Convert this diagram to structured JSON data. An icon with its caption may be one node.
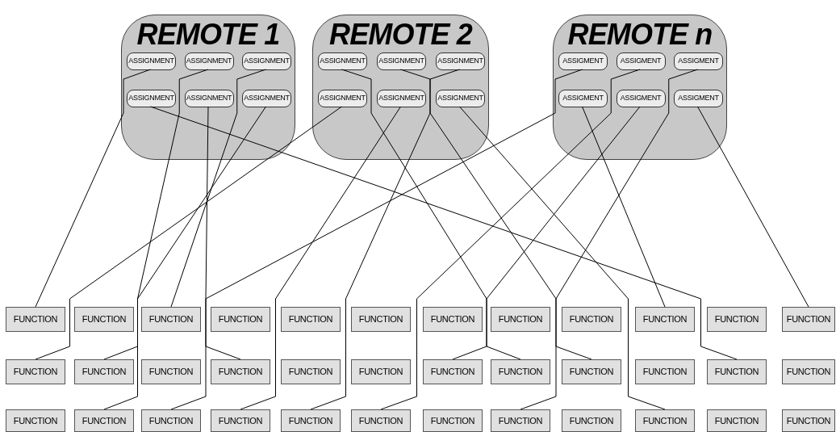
{
  "diagram": {
    "nodes": [
      {
        "text": [
          "REMOTE 1"
        ]
      },
      {
        "text": [
          "ASSIGNMENT"
        ],
        "in": 0
      },
      {
        "text": [
          "ASSIGNMENT"
        ],
        "in": 0
      },
      {
        "text": [
          "ASSIGNMENT"
        ],
        "in": 0
      },
      {
        "text": [
          "ASSIGNMENT"
        ],
        "in": 0
      },
      {
        "text": [
          "ASSIGNMENT"
        ],
        "in": 0
      },
      {
        "text": [
          "ASSIGNMENT"
        ],
        "in": 0
      },
      {
        "text": [
          "REMOTE 2"
        ]
      },
      {
        "text": [
          "ASSIGNMENT"
        ],
        "in": 7
      },
      {
        "text": [
          "ASSIGNMENT"
        ],
        "in": 7
      },
      {
        "text": [
          "ASSIGNMENT"
        ],
        "in": 7
      },
      {
        "text": [
          "ASSIGNMENT"
        ],
        "in": 7
      },
      {
        "text": [
          "ASSIGNMENT"
        ],
        "in": 7
      },
      {
        "text": [
          "ASSIGNMENT"
        ],
        "in": 7
      },
      {
        "text": [
          "REMOTE n"
        ]
      },
      {
        "text": [
          "ASSIGMENT"
        ],
        "in": 14
      },
      {
        "text": [
          "ASSIGMENT"
        ],
        "in": 14
      },
      {
        "text": [
          "ASSIGMENT"
        ],
        "in": 14
      },
      {
        "text": [
          "ASSIGMENT"
        ],
        "in": 14
      },
      {
        "text": [
          "ASSIGMENT"
        ],
        "in": 14
      },
      {
        "text": [
          "ASSIGMENT"
        ],
        "in": 14
      },
      {
        "text": [
          "FUNCTION"
        ]
      },
      {
        "text": [
          "FUNCTION"
        ]
      },
      {
        "text": [
          "FUNCTION"
        ]
      },
      {
        "text": [
          "FUNCTION"
        ]
      },
      {
        "text": [
          "FUNCTION"
        ]
      },
      {
        "text": [
          "FUNCTION"
        ]
      },
      {
        "text": [
          "FUNCTION"
        ]
      },
      {
        "text": [
          "FUNCTION"
        ]
      },
      {
        "text": [
          "FUNCTION"
        ]
      },
      {
        "text": [
          "FUNCTION"
        ]
      },
      {
        "text": [
          "FUNCTION"
        ]
      },
      {
        "text": [
          "FUNCTION"
        ]
      },
      {
        "text": [
          "FUNCTION"
        ]
      },
      {
        "text": [
          "FUNCTION"
        ]
      },
      {
        "text": [
          "FUNCTION"
        ]
      },
      {
        "text": [
          "FUNCTION"
        ]
      },
      {
        "text": [
          "FUNCTION"
        ]
      },
      {
        "text": [
          "FUNCTION"
        ]
      },
      {
        "text": [
          "FUNCTION"
        ]
      },
      {
        "text": [
          "FUNCTION"
        ]
      },
      {
        "text": [
          "FUNCTION"
        ]
      },
      {
        "text": [
          "FUNCTION"
        ]
      },
      {
        "text": [
          "FUNCTION"
        ]
      },
      {
        "text": [
          "FUNCTION"
        ]
      },
      {
        "text": [
          "FUNCTION"
        ]
      },
      {
        "text": [
          "FUNCTION"
        ]
      },
      {
        "text": [
          "FUNCTION"
        ]
      },
      {
        "text": [
          "FUNCTION"
        ]
      },
      {
        "text": [
          "FUNCTION"
        ]
      },
      {
        "text": [
          "FUNCTION"
        ]
      },
      {
        "text": [
          "FUNCTION"
        ]
      },
      {
        "text": [
          "FUNCTION"
        ]
      },
      {
        "text": [
          "FUNCTION"
        ]
      },
      {
        "text": [
          "FUNCTION"
        ]
      },
      {
        "text": [
          "FUNCTION"
        ]
      },
      {
        "text": [
          "FUNCTION"
        ]
      }
    ],
    "edges": [
      {
        "from": 1,
        "to": 21,
        "arrow": "none"
      },
      {
        "from": 2,
        "to": 34,
        "arrow": "none"
      },
      {
        "from": 3,
        "to": 23,
        "arrow": "none"
      },
      {
        "from": 4,
        "to": 43,
        "arrow": "none"
      },
      {
        "from": 5,
        "to": 36,
        "arrow": "none"
      },
      {
        "from": 6,
        "to": 46,
        "arrow": "none"
      },
      {
        "from": 8,
        "to": 40,
        "arrow": "none"
      },
      {
        "from": 9,
        "to": 41,
        "arrow": "none"
      },
      {
        "from": 10,
        "to": 49,
        "arrow": "none"
      },
      {
        "from": 11,
        "to": 33,
        "arrow": "none"
      },
      {
        "from": 12,
        "to": 48,
        "arrow": "none"
      },
      {
        "from": 13,
        "to": 54,
        "arrow": "none"
      },
      {
        "from": 15,
        "to": 47,
        "arrow": "none"
      },
      {
        "from": 16,
        "to": 50,
        "arrow": "none"
      },
      {
        "from": 17,
        "to": 52,
        "arrow": "none"
      },
      {
        "from": 18,
        "to": 30,
        "arrow": "none"
      },
      {
        "from": 19,
        "to": 39,
        "arrow": "none"
      },
      {
        "from": 20,
        "to": 32,
        "arrow": "none"
      }
    ]
  }
}
